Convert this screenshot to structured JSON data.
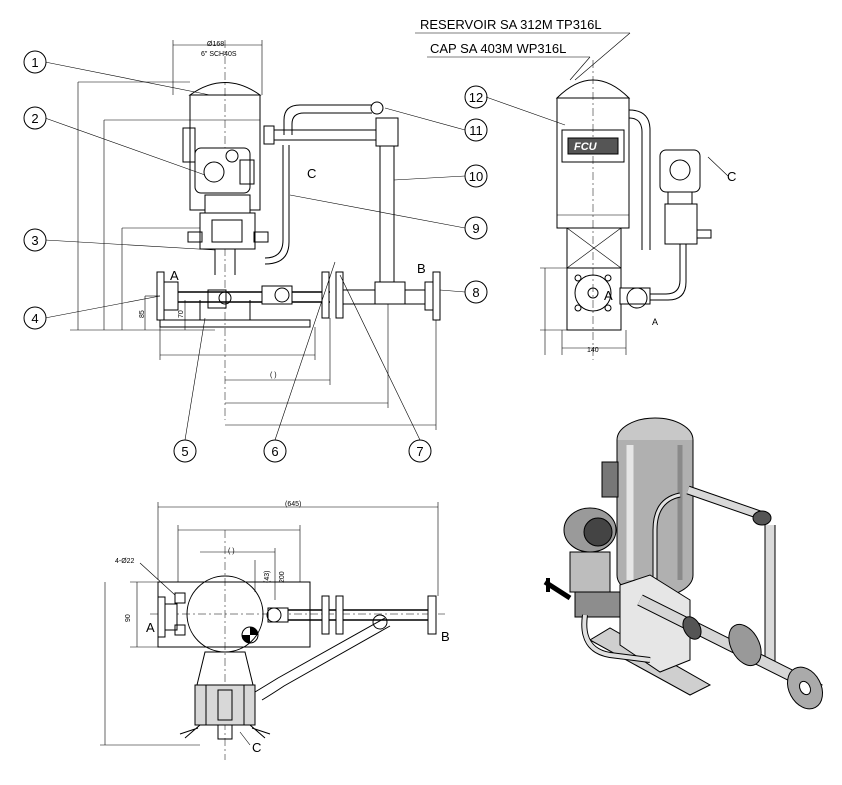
{
  "notes": {
    "reservoir": "RESERVOIR SA 312M TP316L",
    "cap": "CAP SA 403M WP316L"
  },
  "balloons": [
    "1",
    "2",
    "3",
    "4",
    "5",
    "6",
    "7",
    "8",
    "9",
    "10",
    "11",
    "12"
  ],
  "letters": {
    "a": "A",
    "b": "B",
    "c": "C"
  },
  "dims": {
    "dia": "Ø168",
    "sch": "6\" SCH40S",
    "d85": "85",
    "d70": "70",
    "d140": "140",
    "paren": "( )",
    "d645": "(645)",
    "holes": "4-Ø22",
    "d90": "90",
    "d43": "(43)",
    "d200": "200"
  },
  "logo": "FCU"
}
